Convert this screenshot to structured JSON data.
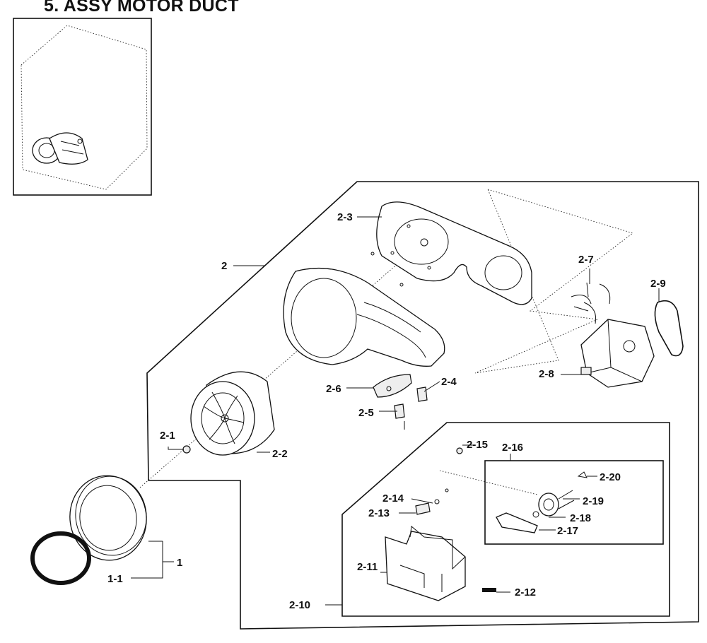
{
  "title": "5. ASSY MOTOR DUCT",
  "callouts": [
    {
      "id": "c-1",
      "label": "1"
    },
    {
      "id": "c-1-1",
      "label": "1-1"
    },
    {
      "id": "c-2",
      "label": "2"
    },
    {
      "id": "c-2-1",
      "label": "2-1"
    },
    {
      "id": "c-2-2",
      "label": "2-2"
    },
    {
      "id": "c-2-3",
      "label": "2-3"
    },
    {
      "id": "c-2-4",
      "label": "2-4"
    },
    {
      "id": "c-2-5",
      "label": "2-5"
    },
    {
      "id": "c-2-6",
      "label": "2-6"
    },
    {
      "id": "c-2-7",
      "label": "2-7"
    },
    {
      "id": "c-2-8",
      "label": "2-8"
    },
    {
      "id": "c-2-9",
      "label": "2-9"
    },
    {
      "id": "c-2-10",
      "label": "2-10"
    },
    {
      "id": "c-2-11",
      "label": "2-11"
    },
    {
      "id": "c-2-12",
      "label": "2-12"
    },
    {
      "id": "c-2-13",
      "label": "2-13"
    },
    {
      "id": "c-2-14",
      "label": "2-14"
    },
    {
      "id": "c-2-15",
      "label": "2-15"
    },
    {
      "id": "c-2-16",
      "label": "2-16"
    },
    {
      "id": "c-2-17",
      "label": "2-17"
    },
    {
      "id": "c-2-18",
      "label": "2-18"
    },
    {
      "id": "c-2-19",
      "label": "2-19"
    },
    {
      "id": "c-2-20",
      "label": "2-20"
    }
  ]
}
